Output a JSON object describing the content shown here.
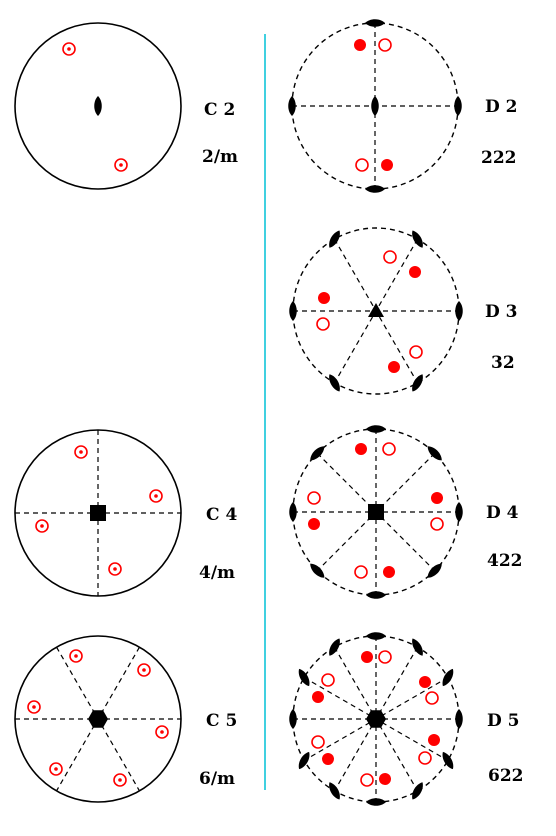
{
  "colors": {
    "ink": "#000000",
    "red": "#ff0000",
    "divider": "#40d0e0"
  },
  "point_groups": [
    {
      "id": "c2",
      "schoenflies": "C 2",
      "hm": "2/m"
    },
    {
      "id": "d2",
      "schoenflies": "D 2",
      "hm": "222"
    },
    {
      "id": "d3",
      "schoenflies": "D 3",
      "hm": "32"
    },
    {
      "id": "c4",
      "schoenflies": "C 4",
      "hm": "4/m"
    },
    {
      "id": "d4",
      "schoenflies": "D 4",
      "hm": "422"
    },
    {
      "id": "c5",
      "schoenflies": "C 5",
      "hm": "6/m"
    },
    {
      "id": "d5",
      "schoenflies": "D 5",
      "hm": "622"
    }
  ]
}
